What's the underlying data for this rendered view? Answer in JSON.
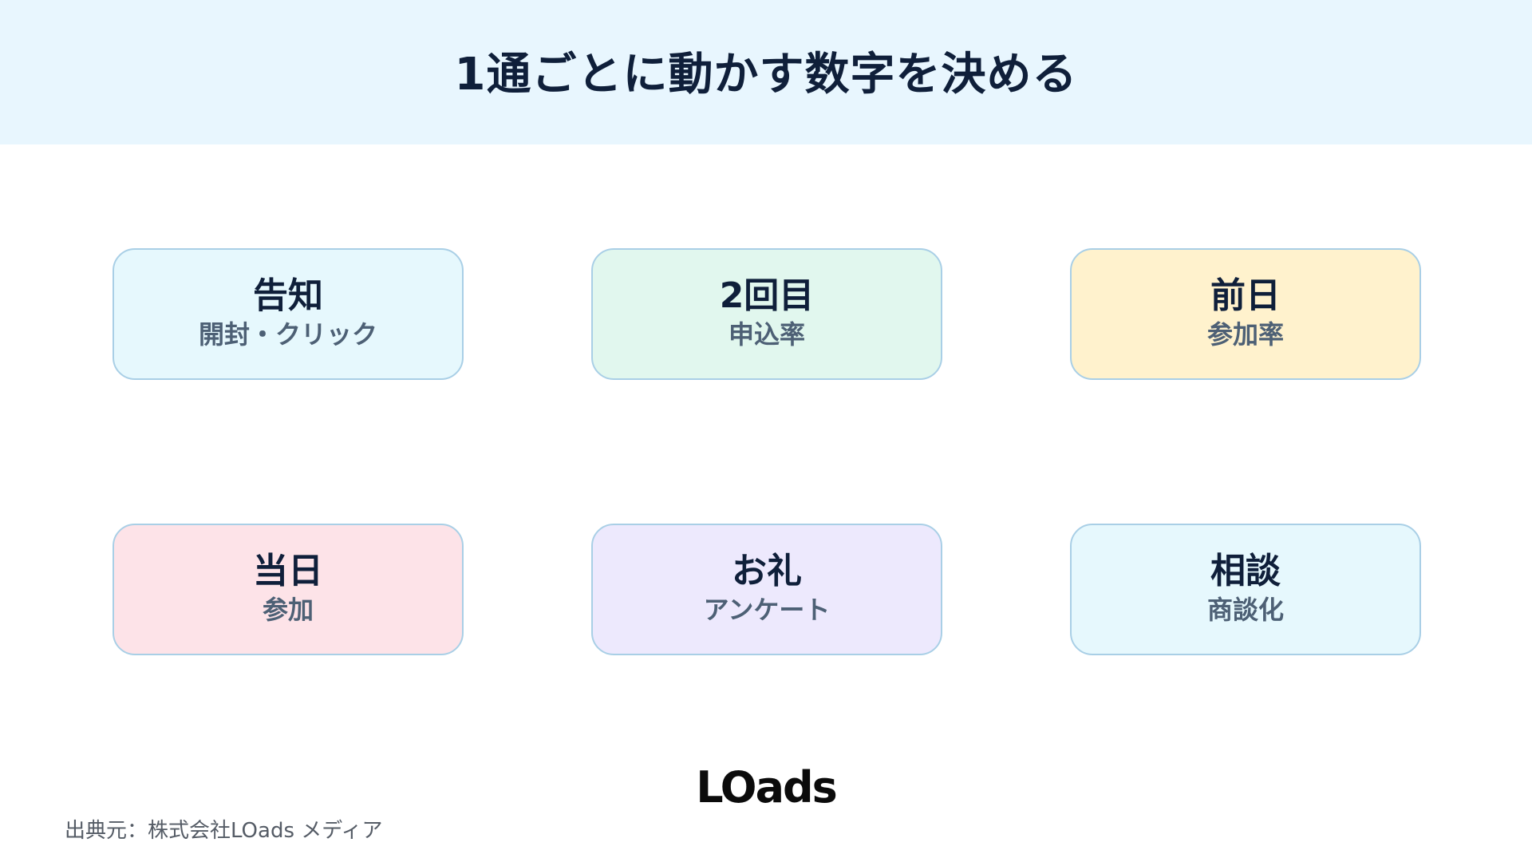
{
  "slide": {
    "title": "1通ごとに動かす数字を決める"
  },
  "cards": [
    {
      "title": "告知",
      "metric": "開封・クリック",
      "bg": "#e6f8fd"
    },
    {
      "title": "2回目",
      "metric": "申込率",
      "bg": "#e1f7ee"
    },
    {
      "title": "前日",
      "metric": "参加率",
      "bg": "#fff2cd"
    },
    {
      "title": "当日",
      "metric": "参加",
      "bg": "#fde3e8"
    },
    {
      "title": "お礼",
      "metric": "アンケート",
      "bg": "#ede9fd"
    },
    {
      "title": "相談",
      "metric": "商談化",
      "bg": "#e6f8fd"
    }
  ],
  "footer": {
    "logo_text": "LOads",
    "source": "出典元：株式会社LOads メディア"
  },
  "colors": {
    "header_bg": "#e8f6fe",
    "card_border": "#a9cfe6",
    "title_text": "#0f1f3a",
    "metric_text": "#4d6075"
  }
}
